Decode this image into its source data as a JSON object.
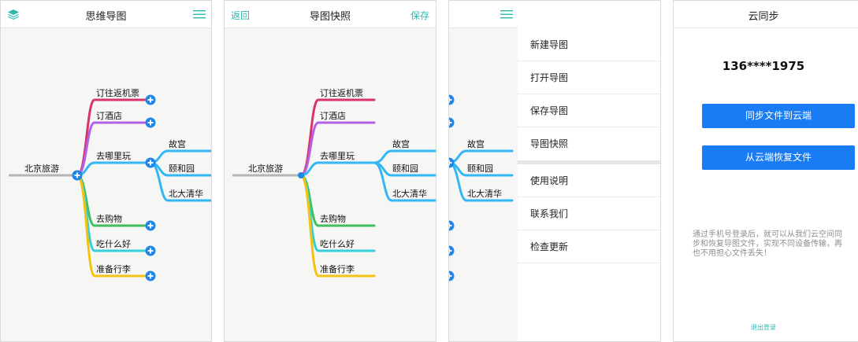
{
  "colors": {
    "accent": "#2db7b0",
    "button_blue": "#1a7cf5",
    "branch_red": "#d8336b",
    "branch_purple": "#b061e8",
    "branch_blue": "#33b6f5",
    "branch_green": "#3fbf5f",
    "branch_cyan": "#35cfd8",
    "branch_yellow": "#f4c20f",
    "root_line": "#b5b5b5"
  },
  "screen1": {
    "title": "思维导图",
    "left_icon": "layers-icon",
    "right_icon": "menu-icon"
  },
  "screen2": {
    "back": "返回",
    "title": "导图快照",
    "save": "保存"
  },
  "screen3": {
    "right_icon": "menu-icon",
    "menu": {
      "items": [
        "新建导图",
        "打开导图",
        "保存导图",
        "导图快照",
        "使用说明",
        "联系我们",
        "检查更新"
      ]
    }
  },
  "screen4": {
    "title": "云同步",
    "phone": "136****1975",
    "upload_button": "同步文件到云端",
    "restore_button": "从云端恢复文件",
    "description": "通过手机号登录后，就可以从我们云空间同\n步和恢复导图文件，实现不同设备传输，再\n也不用担心文件丢失！",
    "logout": "退出登录"
  },
  "mindmap": {
    "root": "北京旅游",
    "branches": [
      {
        "label": "订往返机票",
        "color": "#d8336b"
      },
      {
        "label": "订酒店",
        "color": "#b061e8"
      },
      {
        "label": "去哪里玩",
        "color": "#33b6f5"
      },
      {
        "label": "去购物",
        "color": "#3fbf5f"
      },
      {
        "label": "吃什么好",
        "color": "#35cfd8"
      },
      {
        "label": "准备行李",
        "color": "#f4c20f"
      }
    ],
    "sub_branches": [
      "故宫",
      "颐和园",
      "北大清华"
    ]
  }
}
